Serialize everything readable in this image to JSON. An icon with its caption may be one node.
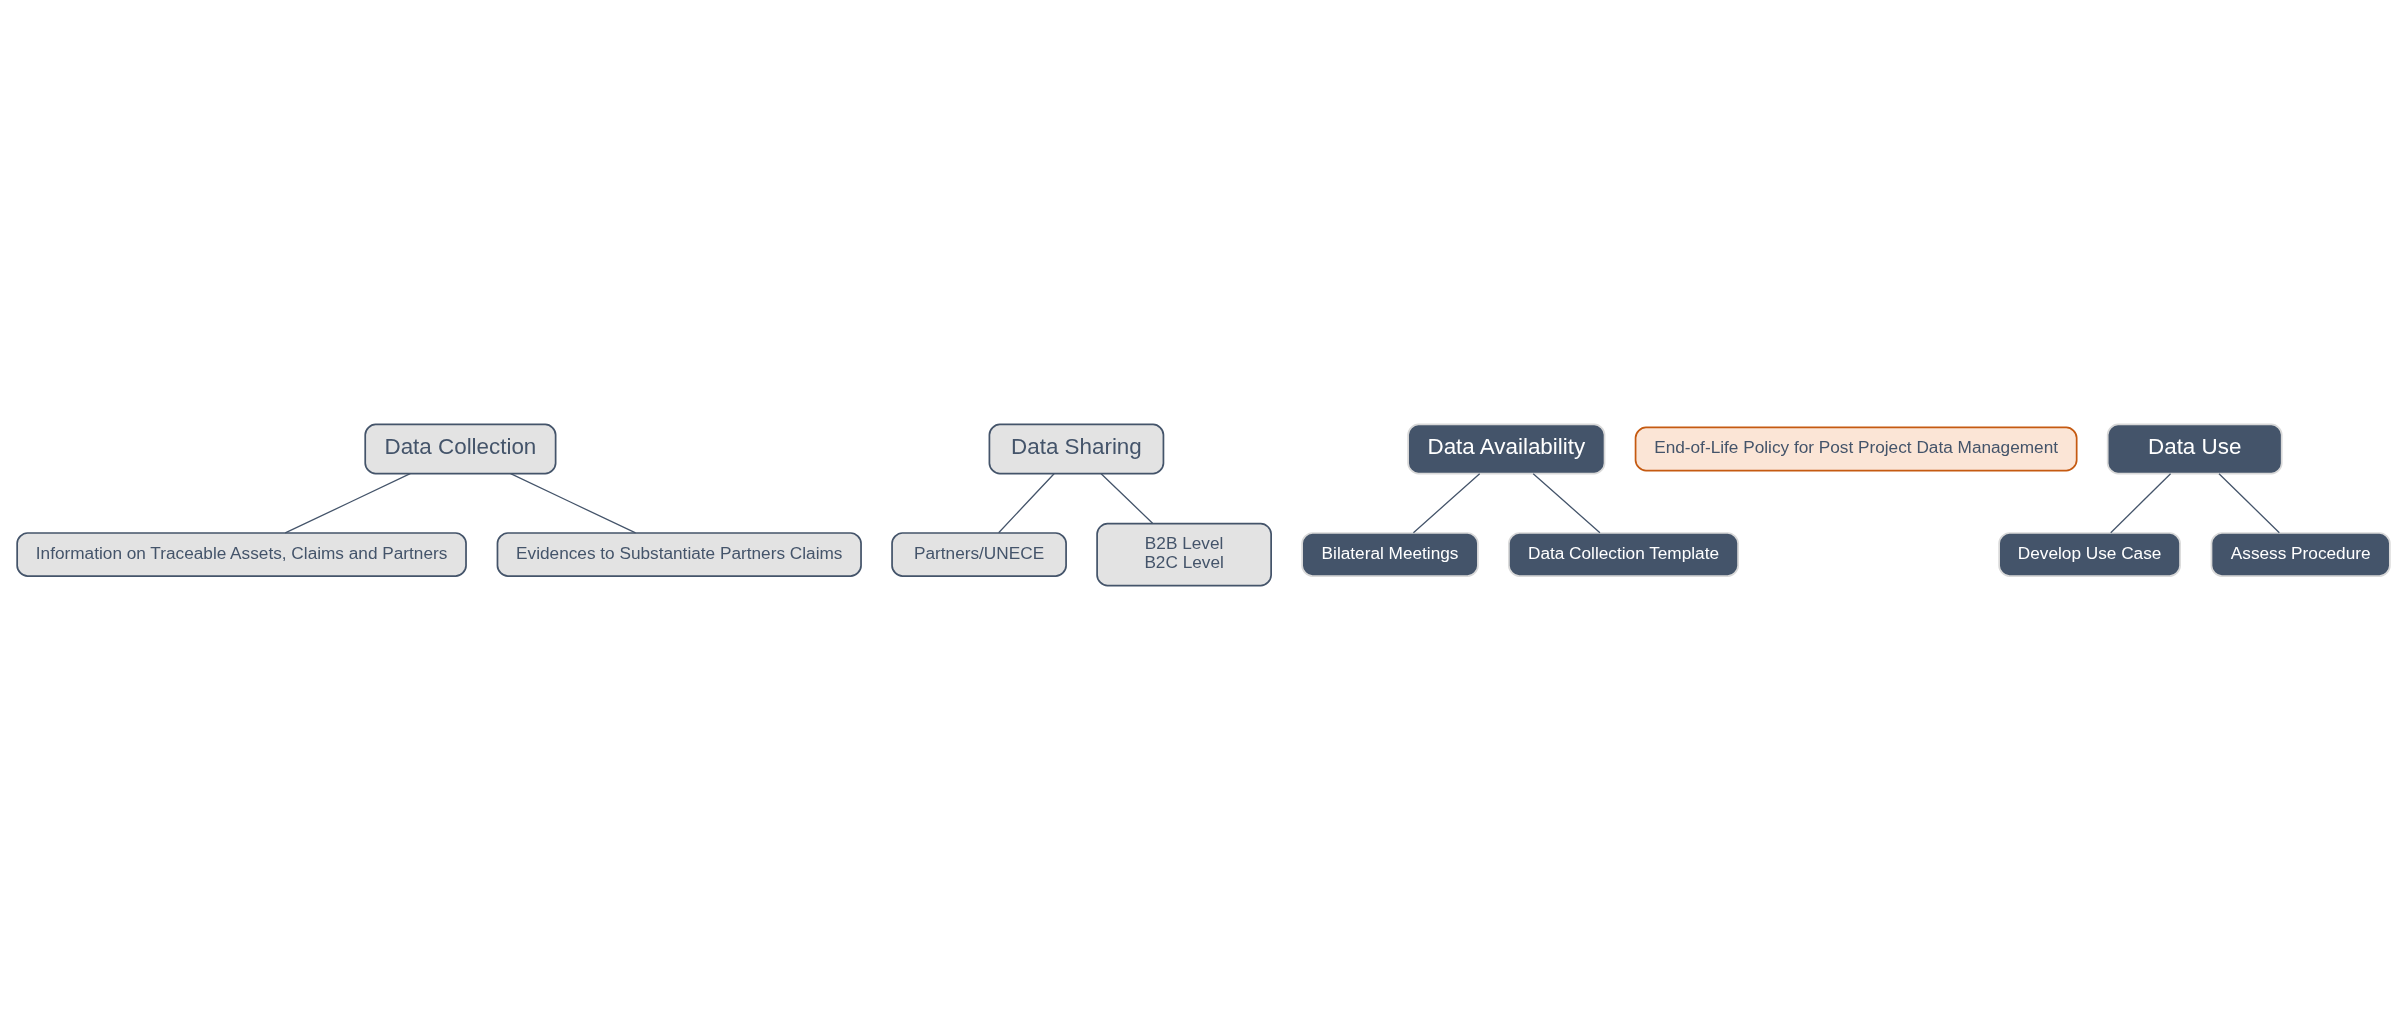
{
  "diagram": {
    "nodes": [
      {
        "text": [
          "Data Collection"
        ]
      },
      {
        "text": [
          "Information on Traceable Assets, Claims and Partners"
        ]
      },
      {
        "text": [
          "Evidences to Substantiate Partners Claims"
        ]
      },
      {
        "text": [
          "Data Sharing"
        ]
      },
      {
        "text": [
          "Partners/UNECE"
        ]
      },
      {
        "text": [
          "B2B Level",
          "B2C Level"
        ]
      },
      {
        "text": [
          "Data Availability"
        ]
      },
      {
        "text": [
          "Bilateral Meetings"
        ]
      },
      {
        "text": [
          "Data Collection Template"
        ]
      },
      {
        "text": [
          "End-of-Life Policy for Post Project Data Management"
        ]
      },
      {
        "text": [
          "Data Use"
        ]
      },
      {
        "text": [
          "Develop Use Case"
        ]
      },
      {
        "text": [
          "Assess Procedure"
        ]
      }
    ],
    "edges": [
      {
        "from": 0,
        "to": 1,
        "arrow": "none"
      },
      {
        "from": 0,
        "to": 2,
        "arrow": "none"
      },
      {
        "from": 3,
        "to": 4,
        "arrow": "none"
      },
      {
        "from": 3,
        "to": 5,
        "arrow": "none"
      },
      {
        "from": 6,
        "to": 7,
        "arrow": "none"
      },
      {
        "from": 6,
        "to": 8,
        "arrow": "none"
      },
      {
        "from": 10,
        "to": 11,
        "arrow": "none"
      },
      {
        "from": 10,
        "to": 12,
        "arrow": "none"
      }
    ]
  }
}
